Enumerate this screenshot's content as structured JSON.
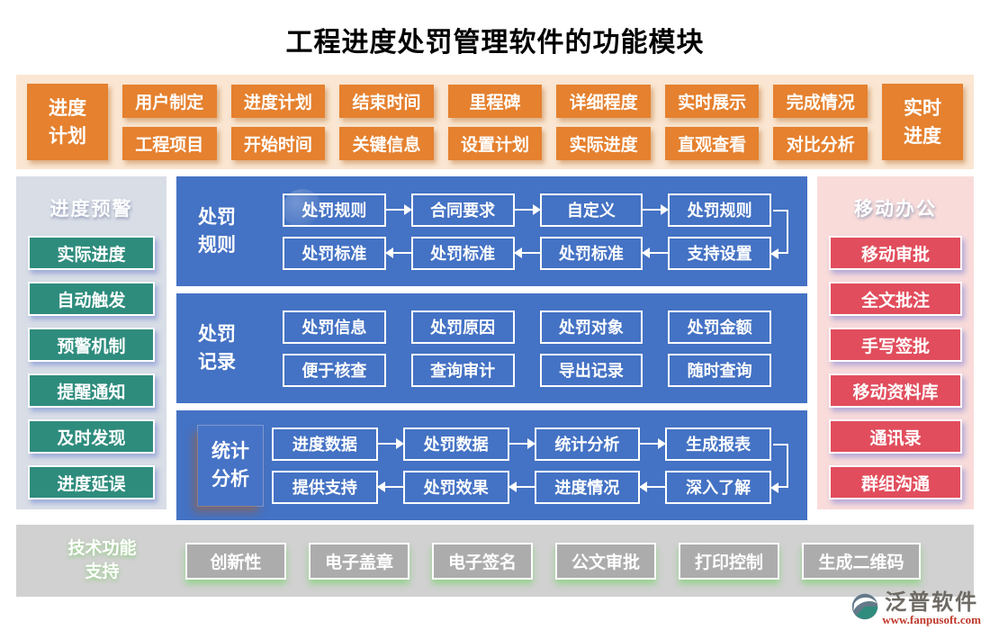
{
  "title": "工程进度处罚管理软件的功能模块",
  "colors": {
    "orange": "#E5812F",
    "top_strip_bg": "#FAE6D2",
    "blue_panel": "#4472C4",
    "teal_button": "#2E8C7D",
    "left_panel_bg": "#D8DDE6",
    "right_panel_bg": "#F9DCDA",
    "red_button": "#E14D5C",
    "bottom_strip_bg": "#D1D1D1",
    "gray_button": "#ACACAC",
    "green_glow": "#8CD282",
    "url_red": "#C0392B",
    "white": "#FFFFFF"
  },
  "top_row": {
    "big_left": {
      "lines": [
        "进度",
        "计划"
      ]
    },
    "pairs": [
      {
        "top": "用户制定",
        "bottom": "工程项目"
      },
      {
        "top": "进度计划",
        "bottom": "开始时间"
      },
      {
        "top": "结束时间",
        "bottom": "关键信息"
      },
      {
        "top": "里程碑",
        "bottom": "设置计划"
      },
      {
        "top": "详细程度",
        "bottom": "实际进度"
      },
      {
        "top": "实时展示",
        "bottom": "直观查看"
      },
      {
        "top": "完成情况",
        "bottom": "对比分析"
      }
    ],
    "big_right": {
      "lines": [
        "实时",
        "进度"
      ]
    }
  },
  "left_panel": {
    "header": "进度预警",
    "items": [
      "实际进度",
      "自动触发",
      "预警机制",
      "提醒通知",
      "及时发现",
      "进度延误"
    ]
  },
  "center_panels": [
    {
      "label_lines": [
        "处罚",
        "规则"
      ],
      "rows": [
        {
          "cells": [
            "处罚规则",
            "合同要求",
            "自定义",
            "处罚规则"
          ],
          "arrows": "right"
        },
        {
          "cells": [
            "处罚标准",
            "处罚标准",
            "处罚标准",
            "支持设置"
          ],
          "arrows": "left"
        }
      ]
    },
    {
      "label_lines": [
        "处罚",
        "记录"
      ],
      "rows": [
        {
          "cells": [
            "处罚信息",
            "处罚原因",
            "处罚对象",
            "处罚金额"
          ],
          "arrows": "none"
        },
        {
          "cells": [
            "便于核查",
            "查询审计",
            "导出记录",
            "随时查询"
          ],
          "arrows": "none"
        }
      ]
    },
    {
      "label_lines": [
        "统计",
        "分析"
      ],
      "rows": [
        {
          "cells": [
            "进度数据",
            "处罚数据",
            "统计分析",
            "生成报表"
          ],
          "arrows": "right"
        },
        {
          "cells": [
            "提供支持",
            "处罚效果",
            "进度情况",
            "深入了解"
          ],
          "arrows": "left"
        }
      ]
    }
  ],
  "right_panel": {
    "header": "移动办公",
    "items": [
      "移动审批",
      "全文批注",
      "手写签批",
      "移动资料库",
      "通讯录",
      "群组沟通"
    ]
  },
  "bottom_panel": {
    "header_lines": [
      "技术功能",
      "支持"
    ],
    "items": [
      "创新性",
      "电子盖章",
      "电子签名",
      "公文审批",
      "打印控制",
      "生成二维码"
    ]
  },
  "vendor": {
    "name": "泛普软件",
    "url": "www.fanpusoft.com"
  }
}
